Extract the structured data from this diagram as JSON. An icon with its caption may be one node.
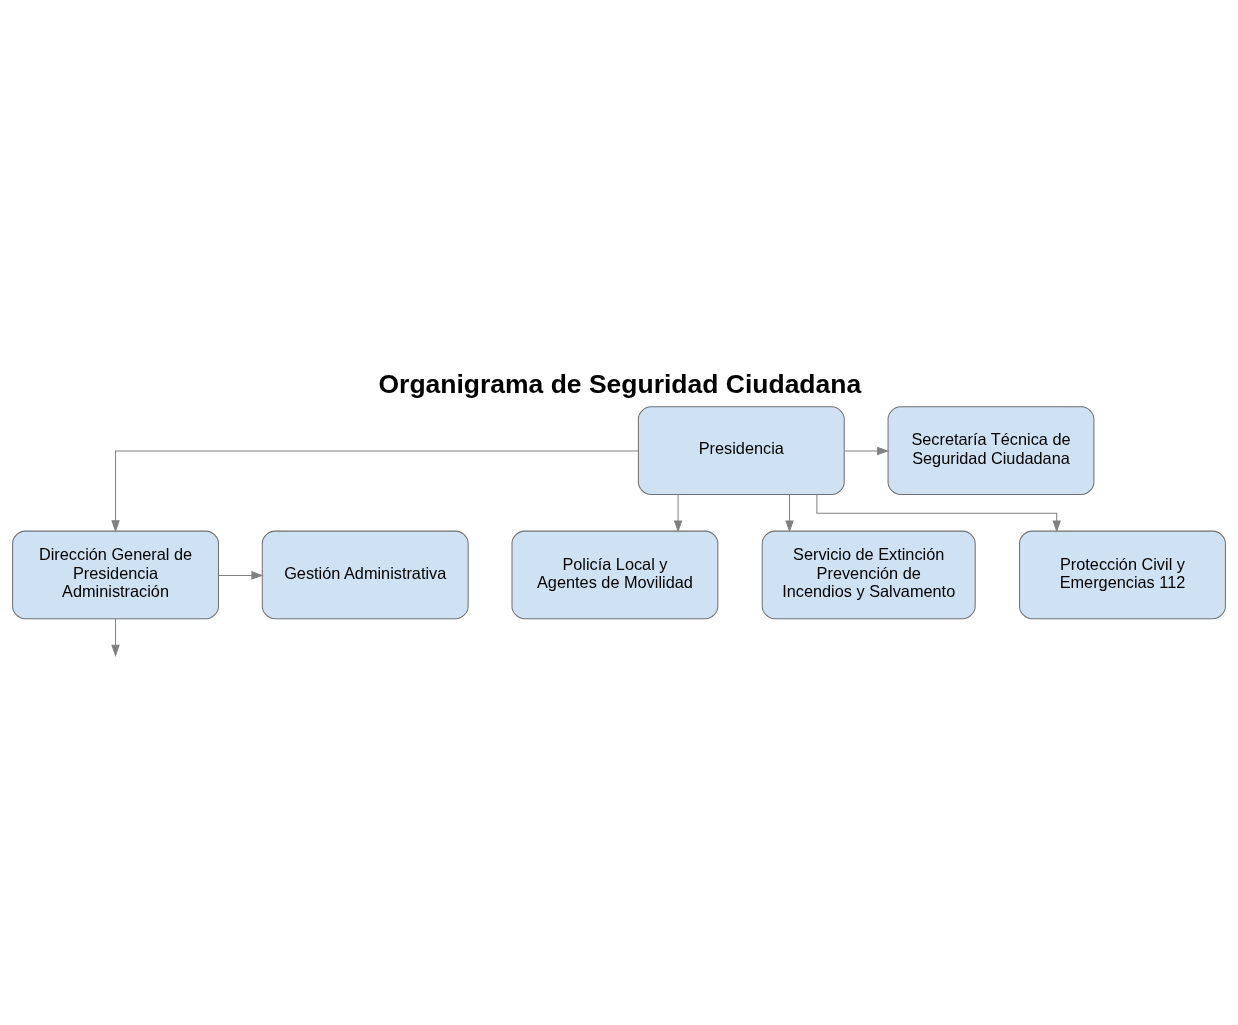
{
  "diagram": {
    "title": "Organigrama de Seguridad Ciudadana",
    "nodes": [
      {
        "text": [
          "Presidencia"
        ]
      },
      {
        "text": [
          "Secretaría Técnica de Seguridad Ciudadana"
        ]
      },
      {
        "text": [
          "Dirección General de Presidencia Administración"
        ]
      },
      {
        "text": [
          "Gestión Administrativa"
        ]
      },
      {
        "text": [
          "Policía Local y Agentes de Movilidad"
        ]
      },
      {
        "text": [
          "Servicio de Extinción Prevención de Incendios y Salvamento"
        ]
      },
      {
        "text": [
          "Protección Civil y Emergencias 112"
        ]
      }
    ],
    "edges": [
      {
        "from": 0,
        "to": 1,
        "arrow": "to"
      },
      {
        "from": 0,
        "to": 2,
        "arrow": "to"
      },
      {
        "from": 2,
        "to": 3,
        "arrow": "to"
      },
      {
        "from": 0,
        "to": 4,
        "arrow": "to"
      },
      {
        "from": 2,
        "to": null,
        "arrow": "to"
      },
      {
        "from": 0,
        "to": 5,
        "arrow": "to"
      },
      {
        "from": 0,
        "to": 6,
        "arrow": "to"
      }
    ]
  }
}
